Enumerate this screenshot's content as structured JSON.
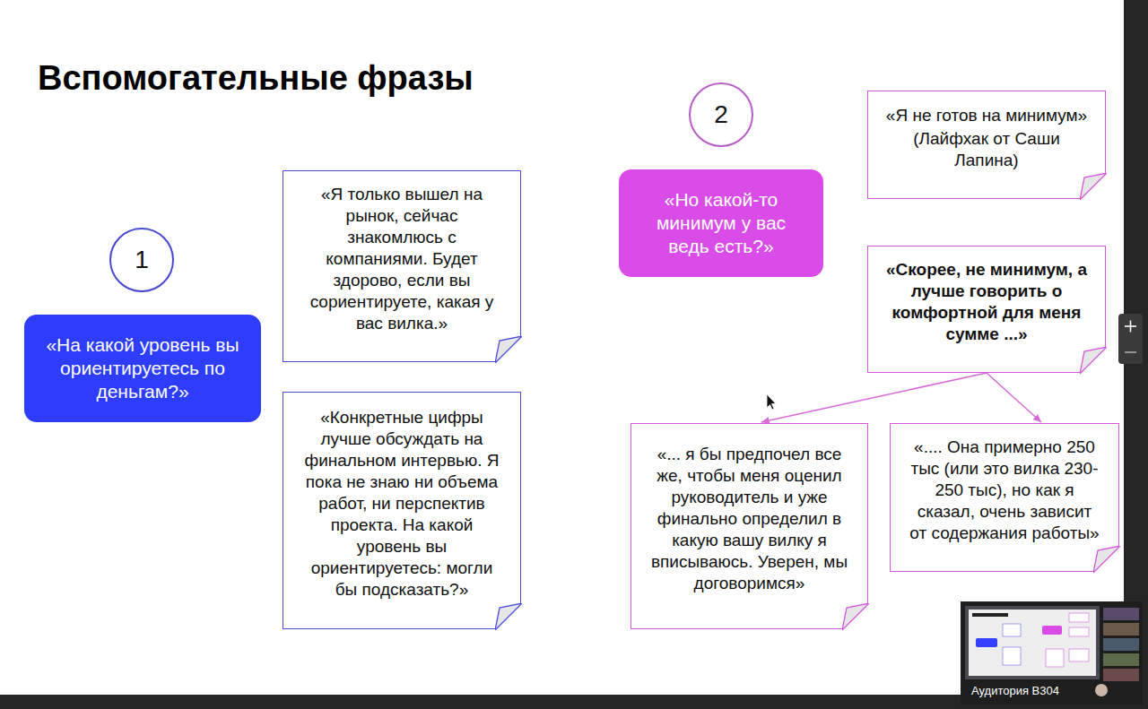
{
  "diagram": {
    "title": "Вспомогательные фразы",
    "nodes": [
      {
        "text": [
          "1"
        ]
      },
      {
        "text": [
          "«На какой уровень вы ориентируетесь по деньгам?»"
        ]
      },
      {
        "text": [
          "«Я только вышел на рынок, сейчас знакомлюсь с компаниями. Будет здорово, если вы сориентируете, какая у вас вилка.»"
        ]
      },
      {
        "text": [
          "«Конкретные цифры лучше обсуждать на финальном интервью. Я пока не знаю ни объема работ, ни перспектив проекта. На какой уровень вы ориентируетесь: могли бы подсказать?»"
        ]
      },
      {
        "text": [
          "2"
        ]
      },
      {
        "text": [
          "«Но какой-то минимум у вас ведь есть?»"
        ]
      },
      {
        "text": [
          "«Я не готов на минимум»",
          "(Лайфхак от Саши Лапина)"
        ]
      },
      {
        "text": [
          "«Скорее, не минимум, а лучше говорить о комфортной для меня сумме ...»"
        ]
      },
      {
        "text": [
          "«... я бы предпочел все же, чтобы меня оценил руководитель и уже финально определил в какую вашу вилку я вписываюсь. Уверен, мы договоримся»"
        ]
      },
      {
        "text": [
          "«.... Она примерно 250 тыс (или это вилка 230-250 тыс), но как я сказал, очень зависит от содержания работы»"
        ]
      }
    ],
    "edges": [
      {
        "from": 7,
        "to": 8,
        "arrow": "to"
      },
      {
        "from": 7,
        "to": 9,
        "arrow": "to"
      }
    ],
    "labels": [
      "Аудитория В304"
    ]
  }
}
